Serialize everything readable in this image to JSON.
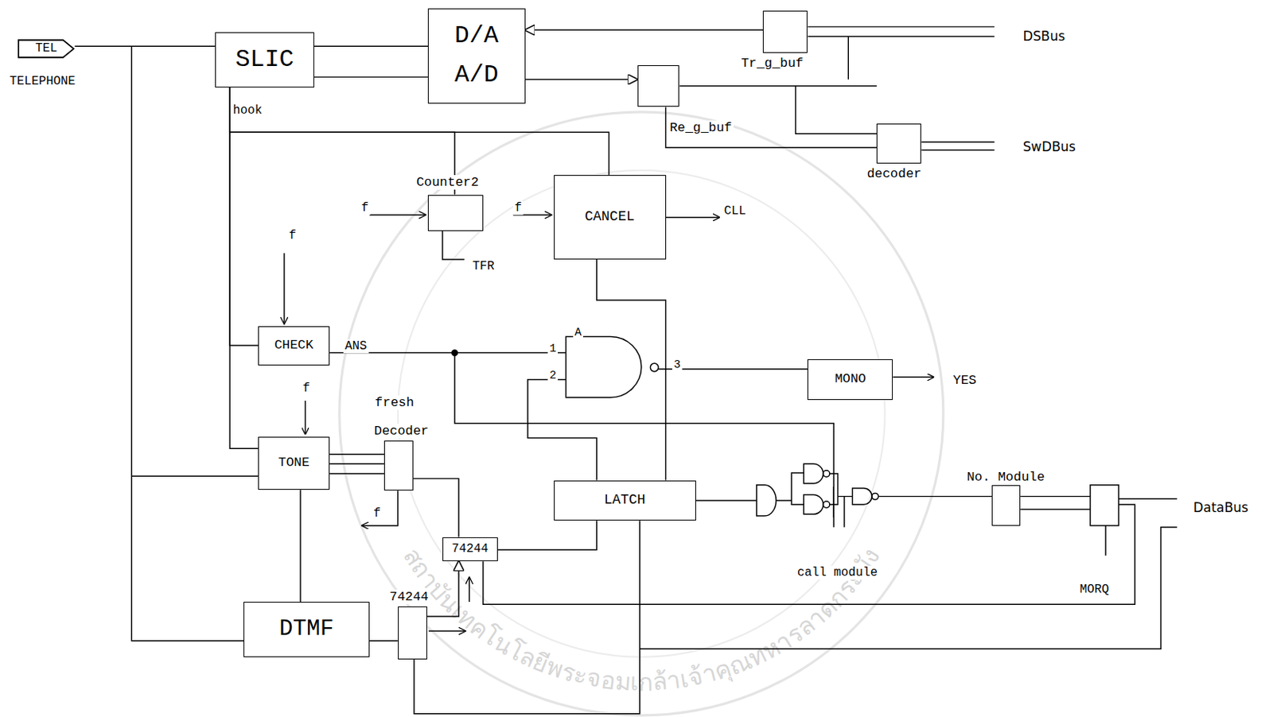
{
  "diagram": {
    "nodes": [
      {
        "text": [
          "TEL"
        ]
      },
      {
        "text": [
          "SLIC"
        ]
      },
      {
        "text": [
          "D/A A/D"
        ]
      },
      {
        "text": [
          "Tr_g_buf"
        ]
      },
      {
        "text": [
          "Re_g_buf"
        ]
      },
      {
        "text": [
          "decoder"
        ]
      },
      {
        "text": [
          "Counter2"
        ]
      },
      {
        "text": [
          "CANCEL"
        ]
      },
      {
        "text": [
          "CHECK"
        ]
      },
      {
        "text": [
          "MONO"
        ]
      },
      {
        "text": [
          "TONE"
        ]
      },
      {
        "text": [
          "Decoder"
        ]
      },
      {
        "text": [
          "LATCH"
        ]
      },
      {
        "text": [
          "No. Module"
        ]
      },
      {
        "text": [
          "74244"
        ]
      },
      {
        "text": [
          "DTMF"
        ]
      },
      {
        "text": [
          "74244"
        ]
      }
    ],
    "edges": [
      {
        "from": 0,
        "to": 1,
        "arrow": "none"
      },
      {
        "from": 1,
        "to": 2,
        "arrow": "none"
      },
      {
        "from": 1,
        "to": 2,
        "arrow": "none"
      },
      {
        "from": 3,
        "to": 2,
        "arrow": "to"
      },
      {
        "from": 2,
        "to": 4,
        "arrow": "to"
      },
      {
        "from": 4,
        "to": 5,
        "arrow": "none"
      },
      {
        "from": 1,
        "to": 8,
        "arrow": "none"
      },
      {
        "from": 1,
        "to": 10,
        "arrow": "none"
      },
      {
        "from": 1,
        "to": 7,
        "arrow": "none"
      },
      {
        "from": 1,
        "to": 6,
        "arrow": "none"
      },
      {
        "from": 7,
        "to": 12,
        "arrow": "none"
      },
      {
        "from": 10,
        "to": 11,
        "arrow": "none"
      },
      {
        "from": 11,
        "to": 14,
        "arrow": "none"
      },
      {
        "from": 10,
        "to": 15,
        "arrow": "none"
      },
      {
        "from": 15,
        "to": 16,
        "arrow": "none"
      },
      {
        "from": 16,
        "to": 14,
        "arrow": "to"
      },
      {
        "from": 14,
        "to": 12,
        "arrow": "none"
      }
    ],
    "labels": [
      "TELEPHONE",
      "hook",
      "DSBus",
      "SwDBus",
      "f",
      "f",
      "TFR",
      "CLL",
      "f",
      "ANS",
      "A",
      "1",
      "2",
      "3",
      "YES",
      "f",
      "fresh",
      "f",
      "call module",
      "MORQ",
      "DataBus",
      "สถาบันเทคโนโลยีพระจอมเกล้าเจ้าคุณทหารลาดกระบัง"
    ]
  }
}
